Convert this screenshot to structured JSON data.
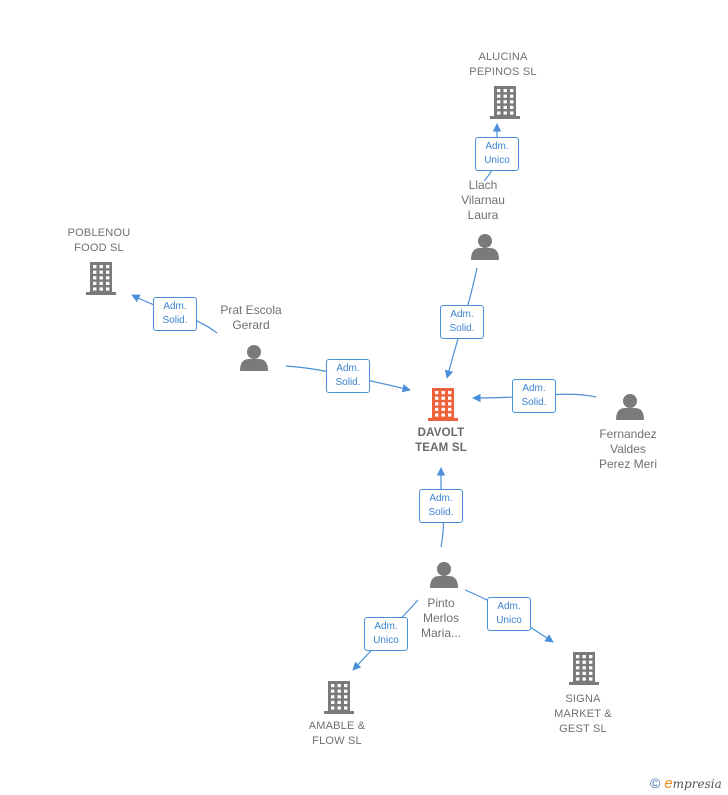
{
  "nodes": {
    "alucina": {
      "type": "company",
      "label_lines": [
        "ALUCINA",
        "PEPINOS  SL"
      ]
    },
    "poblenou": {
      "type": "company",
      "label_lines": [
        "POBLENOU",
        "FOOD  SL"
      ]
    },
    "davolt": {
      "type": "company",
      "highlight": true,
      "label_lines": [
        "DAVOLT",
        "TEAM  SL"
      ]
    },
    "amable": {
      "type": "company",
      "label_lines": [
        "AMABLE &",
        "FLOW  SL"
      ]
    },
    "signa": {
      "type": "company",
      "label_lines": [
        "SIGNA",
        "MARKET &",
        "GEST  SL"
      ]
    },
    "llach": {
      "type": "person",
      "label_lines": [
        "Llach",
        "Vilarnau",
        "Laura"
      ]
    },
    "prat": {
      "type": "person",
      "label_lines": [
        "Prat Escola",
        "Gerard"
      ]
    },
    "fernandez": {
      "type": "person",
      "label_lines": [
        "Fernandez",
        "Valdes",
        "Perez Meri"
      ]
    },
    "pinto": {
      "type": "person",
      "label_lines": [
        "Pinto",
        "Merlos",
        "Maria..."
      ]
    }
  },
  "edges": [
    {
      "id": "llach-alucina",
      "from": "llach",
      "to": "alucina",
      "badge_lines": [
        "Adm.",
        "Unico"
      ]
    },
    {
      "id": "llach-davolt",
      "from": "llach",
      "to": "davolt",
      "badge_lines": [
        "Adm.",
        "Solid."
      ]
    },
    {
      "id": "prat-poblenou",
      "from": "prat",
      "to": "poblenou",
      "badge_lines": [
        "Adm.",
        "Solid."
      ]
    },
    {
      "id": "prat-davolt",
      "from": "prat",
      "to": "davolt",
      "badge_lines": [
        "Adm.",
        "Solid."
      ]
    },
    {
      "id": "fernandez-davolt",
      "from": "fernandez",
      "to": "davolt",
      "badge_lines": [
        "Adm.",
        "Solid."
      ]
    },
    {
      "id": "pinto-davolt",
      "from": "pinto",
      "to": "davolt",
      "badge_lines": [
        "Adm.",
        "Solid."
      ]
    },
    {
      "id": "pinto-amable",
      "from": "pinto",
      "to": "amable",
      "badge_lines": [
        "Adm.",
        "Unico"
      ]
    },
    {
      "id": "pinto-signa",
      "from": "pinto",
      "to": "signa",
      "badge_lines": [
        "Adm.",
        "Unico"
      ]
    }
  ],
  "colors": {
    "company": "#7a7a7a",
    "highlight": "#f0603a",
    "person": "#7a7a7a",
    "edge": "#4a90d9"
  },
  "footer": {
    "copyright": "©",
    "brand_initial": "e",
    "brand_rest": "mpresia"
  }
}
